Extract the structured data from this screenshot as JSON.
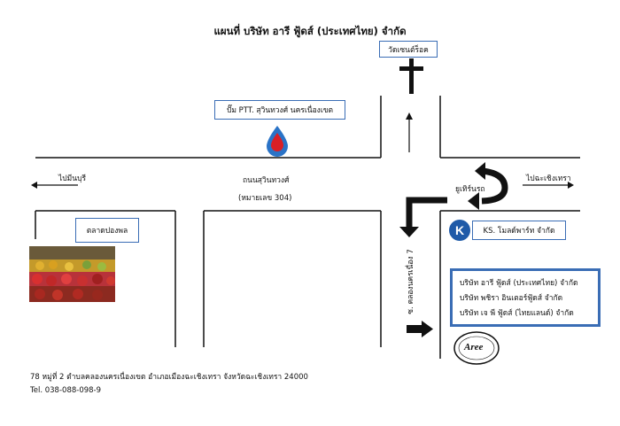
{
  "title": "แผนที่ บริษัท อารี ฟู้ดส์ (ประเทศไทย) จำกัด",
  "landmarks": {
    "temple": "วัดเซนต์ร็อค",
    "ptt": "ปั๊ม PTT. สุวินทวงศ์ นครเนื่องเขต",
    "market": "ตลาดปองพล",
    "ks": "KS. โมลด์พาร์ท จำกัด",
    "uturn": "ยูเทิร์นรถ"
  },
  "roads": {
    "main_name": "ถนนสุวินทวงศ์",
    "main_number": "(หมายเลข 304)",
    "side": "ซ. คลองนครเนื่อง 7",
    "to_minburi": "ไปมีนบุรี",
    "to_chachoengsao": "ไปฉะเชิงเทรา"
  },
  "companies": [
    "บริษัท อารี ฟู้ดส์ (ประเทศไทย) จำกัด",
    "บริษัท พชิรา อินเตอร์ฟู้ดส์ จำกัด",
    "บริษัท เจ พี ฟู้ดส์ (ไทยแลนด์) จำกัด"
  ],
  "logo": {
    "text": "Aree"
  },
  "footer": {
    "address": "78 หมู่ที่ 2 ตำบลคลองนครเนื่องเขต อำเภอเมืองฉะเชิงเทรา จังหวัดฉะเชิงเทรา 24000",
    "tel": "Tel. 038-088-098-9"
  },
  "colors": {
    "box_border": "#3a6db5",
    "road": "#111111",
    "ptt_red": "#d91f26",
    "ptt_blue": "#2a73c7",
    "ks_blue": "#1f5aa8"
  },
  "icons": [
    "cross-icon",
    "ptt-logo-icon",
    "ks-logo-icon",
    "arrow-left-icon",
    "arrow-right-icon",
    "arrow-up-icon",
    "uturn-arrow-icon",
    "turn-down-arrow-icon",
    "aree-logo-icon"
  ]
}
